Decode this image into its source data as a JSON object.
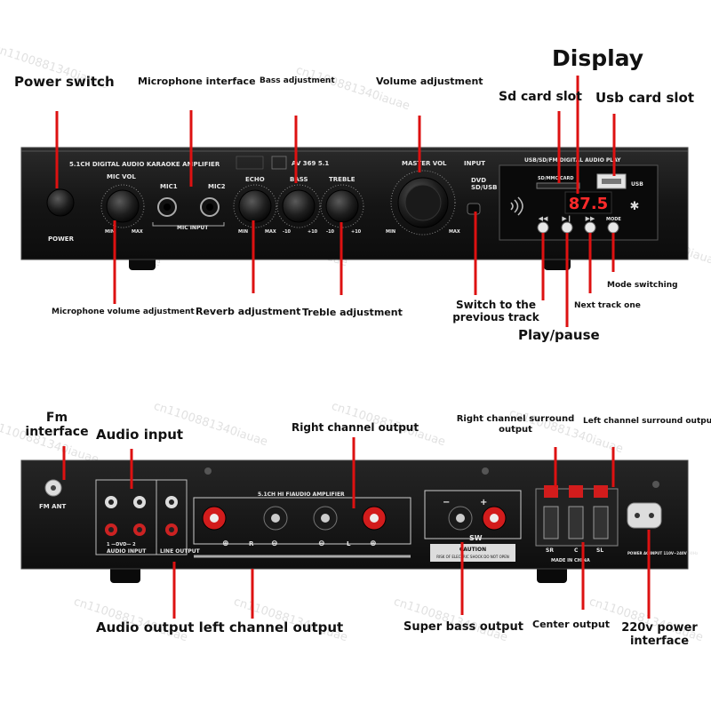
{
  "watermark": "cn1100881340iauae",
  "front_labels": {
    "power_switch": "Power switch",
    "microphone_interface": "Microphone interface",
    "bass_adjustment": "Bass adjustment",
    "volume_adjustment": "Volume adjustment",
    "display": "Display",
    "sd_card_slot": "Sd card slot",
    "usb_card_slot": "Usb card slot",
    "mic_volume_adjustment": "Microphone volume adjustment",
    "reverb_adjustment": "Reverb adjustment",
    "treble_adjustment": "Treble adjustment",
    "previous_track": "Switch to the previous track",
    "play_pause": "Play/pause",
    "next_track": "Next track one",
    "mode_switching": "Mode switching"
  },
  "front_panel": {
    "model_title": "5.1CH DIGITAL AUDIO KARAOKE AMPLIFIER",
    "model_code": "AV 369 5.1",
    "mic_vol": "MIC VOL",
    "mic1": "MIC1",
    "mic2": "MIC2",
    "mic_input": "MIC INPUT",
    "echo": "ECHO",
    "bass": "BASS",
    "treble": "TREBLE",
    "master_vol": "MASTER VOL",
    "input": "INPUT",
    "dvd": "DVD",
    "sd_usb": "SD/USB",
    "power": "POWER",
    "min": "MIN",
    "max": "MAX",
    "minus10": "-10",
    "plus10": "+10",
    "media_title": "USB/SD/FM DIGITAL AUDIO PLAY",
    "sd_mmc_card": "SD/MMC CARD",
    "usb": "USB",
    "display_readout": "87.5",
    "mode": "MODE"
  },
  "rear_labels": {
    "fm_interface": "Fm interface",
    "audio_input": "Audio input",
    "right_channel_output": "Right channel output",
    "right_surround": "Right channel surround output",
    "left_surround": "Left channel surround output",
    "audio_output_left": "Audio output left channel output",
    "super_bass_output": "Super bass output",
    "center_output": "Center output",
    "power_interface": "220v power interface"
  },
  "rear_panel": {
    "fm_ant": "FM ANT",
    "hifi_title": "5.1CH HI FIAUDIO AMPLIFIER",
    "audio_input": "AUDIO INPUT",
    "line_output": "LINE OUTPUT",
    "dvd_marker": "1 —DVD— 2",
    "sw": "SW",
    "caution": "CAUTION",
    "caution_sub": "RISK OF ELECTRIC SHOCK DO NOT OPEN",
    "sr": "SR",
    "c": "C",
    "sl": "SL",
    "made_in_china": "MADE IN CHINA",
    "power_spec": "POWER AC INPUT 110V~240V 50Hz",
    "r": "R",
    "l": "L"
  }
}
